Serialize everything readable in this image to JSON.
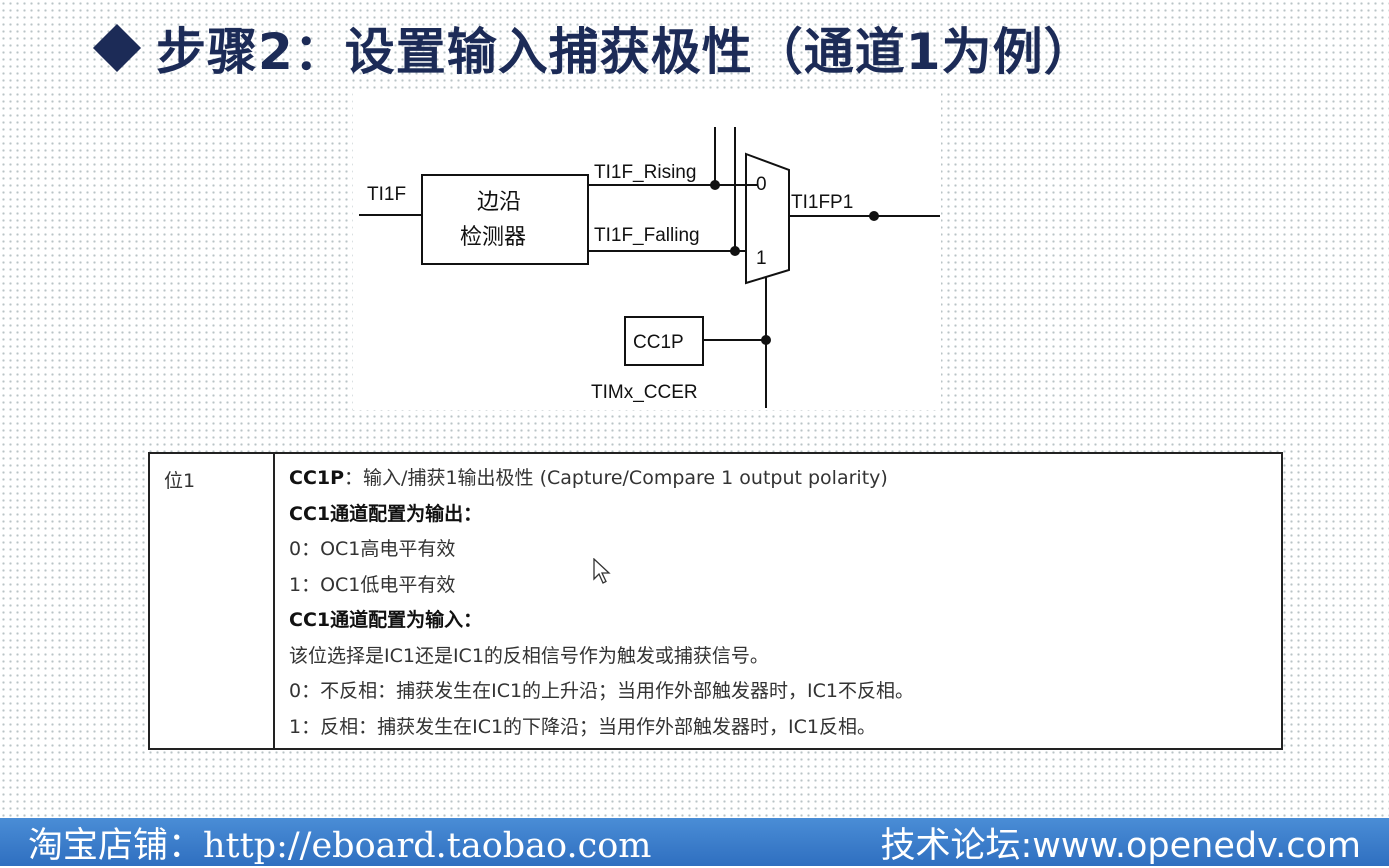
{
  "slide_title": "步骤2：设置输入捕获极性（通道1为例）",
  "diagram": {
    "input_label": "TI1F",
    "edge_detector_line1": "边沿",
    "edge_detector_line2": "检测器",
    "rising_label": "TI1F_Rising",
    "falling_label": "TI1F_Falling",
    "mux_in0": "0",
    "mux_in1": "1",
    "output_label": "TI1FP1",
    "control_bit": "CC1P",
    "register_label": "TIMx_CCER"
  },
  "register_table": {
    "bit_label": "位1",
    "rows": [
      {
        "prefix": "CC1P",
        "text": "：输入/捕获1输出极性 (Capture/Compare 1 output polarity)"
      },
      {
        "prefix": "CC1通道配置为输出：",
        "text": ""
      },
      {
        "prefix": "",
        "text": "0：OC1高电平有效"
      },
      {
        "prefix": "",
        "text": "1：OC1低电平有效"
      },
      {
        "prefix": "CC1通道配置为输入：",
        "text": ""
      },
      {
        "prefix": "",
        "text": "该位选择是IC1还是IC1的反相信号作为触发或捕获信号。"
      },
      {
        "prefix": "",
        "text": "0：不反相：捕获发生在IC1的上升沿；当用作外部触发器时，IC1不反相。"
      },
      {
        "prefix": "",
        "text": "1：反相：捕获发生在IC1的下降沿；当用作外部触发器时，IC1反相。"
      }
    ]
  },
  "footer": {
    "left": "淘宝店铺：http://eboard.taobao.com",
    "right": "技术论坛:www.openedv.com"
  },
  "colors": {
    "title": "#1c2b57",
    "footer_bg": "#3a7dcc"
  }
}
